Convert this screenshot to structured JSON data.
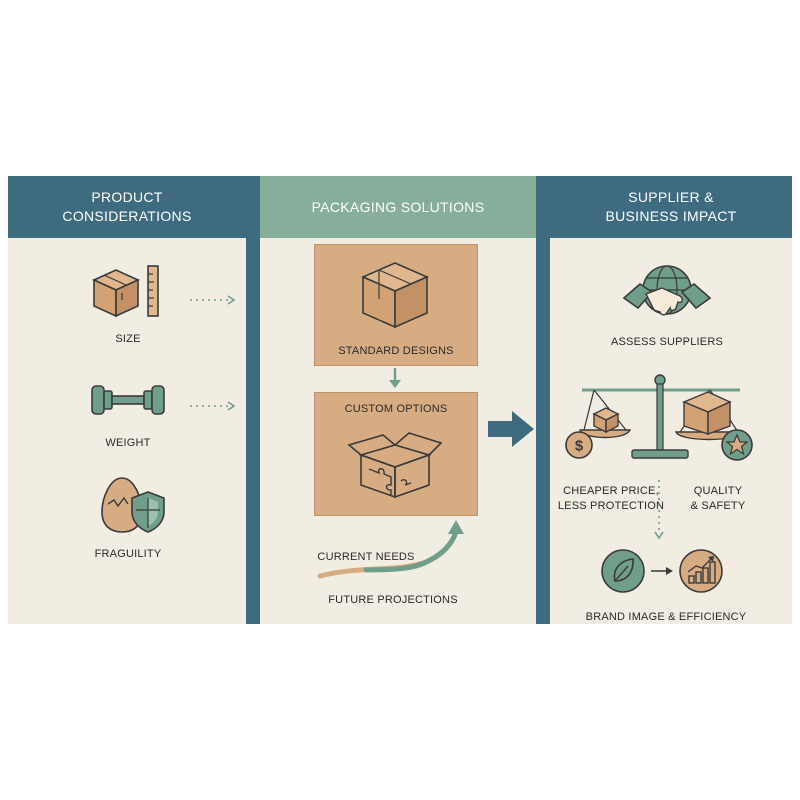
{
  "columns": {
    "product": {
      "title_line1": "PRODUCT",
      "title_line2": "CONSIDERATIONS",
      "items": [
        {
          "label": "SIZE"
        },
        {
          "label": "WEIGHT"
        },
        {
          "label": "FRAGUILITY"
        }
      ]
    },
    "packaging": {
      "title": "PACKAGING SOLUTIONS",
      "standard_label": "STANDARD DESIGNS",
      "custom_label": "CUSTOM OPTIONS",
      "current_needs": "CURRENT NEEDS",
      "future_projections": "FUTURE PROJECTIONS"
    },
    "supplier": {
      "title_line1": "SUPPLIER &",
      "title_line2": "BUSINESS IMPACT",
      "assess_label": "ASSESS SUPPLIERS",
      "cheaper_line1": "CHEAPER PRICE,",
      "cheaper_line2": "LESS PROTECTION",
      "quality_line1": "QUALITY",
      "quality_line2": "& SAFETY",
      "brand_label": "BRAND IMAGE & EFFICIENCY"
    }
  },
  "colors": {
    "dark_blue": "#3f6b80",
    "sage_green": "#86ae9b",
    "cardboard": "#d8ac82",
    "background": "#f1ede3",
    "teal_icon": "#6f9e8a"
  }
}
